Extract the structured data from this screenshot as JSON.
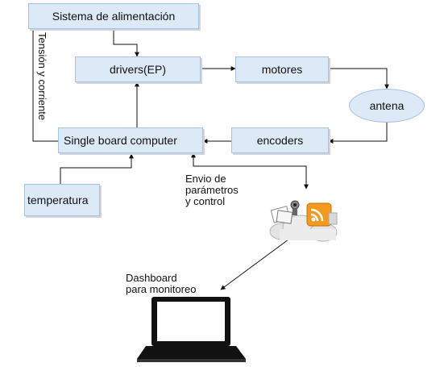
{
  "diagram": {
    "nodes": {
      "power": "Sistema de alimentación",
      "drivers": "drivers(EP)",
      "motors": "motores",
      "antenna": "antena",
      "encoders": "encoders",
      "sbc": "Single board computer",
      "temperature": "temperatura"
    },
    "edge_labels": {
      "power_sbc": "Tensión y corriente",
      "cloud_link": "Envio de\nparámetros\ny control",
      "dashboard": "Dashboard\npara monitoreo"
    },
    "icons": {
      "cloud": "cloud-rss-icon",
      "laptop": "laptop-icon"
    },
    "colors": {
      "box_fill": "#dce9f6",
      "box_border": "#a9c1dd",
      "rss": "#f39a1e"
    }
  }
}
